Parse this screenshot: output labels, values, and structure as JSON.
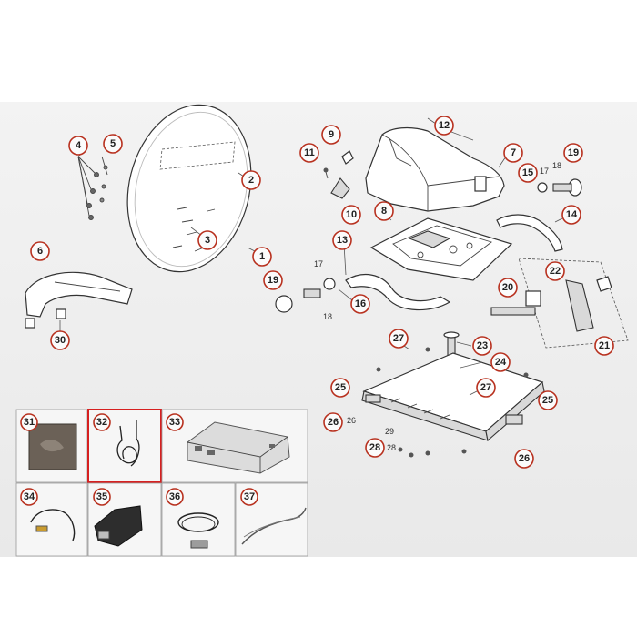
{
  "callouts": {
    "c1": "1",
    "c2": "2",
    "c3": "3",
    "c4": "4",
    "c5": "5",
    "c6": "6",
    "c7": "7",
    "c8": "8",
    "c9": "9",
    "c10": "10",
    "c11": "11",
    "c12": "12",
    "c13": "13",
    "c14": "14",
    "c15": "15",
    "c16": "16",
    "c19a": "19",
    "c19b": "19",
    "c20": "20",
    "c21": "21",
    "c22": "22",
    "c23": "23",
    "c24": "24",
    "c25a": "25",
    "c25b": "25",
    "c26a": "26",
    "c26b": "26",
    "c27a": "27",
    "c27b": "27",
    "c28": "28",
    "c30": "30"
  },
  "plain_labels": {
    "p17a": "17",
    "p18a": "18",
    "p17b": "17",
    "p18b": "18",
    "p26": "26",
    "p29": "29",
    "p28": "28"
  },
  "accessories": {
    "a31": "31",
    "a32": "32",
    "a33": "33",
    "a34": "34",
    "a35": "35",
    "a36": "36",
    "a37": "37"
  },
  "colors": {
    "callout_ring": "#b8311f",
    "highlight_frame": "#d62020",
    "paper": "#efefef"
  },
  "highlighted_accessory": "32"
}
